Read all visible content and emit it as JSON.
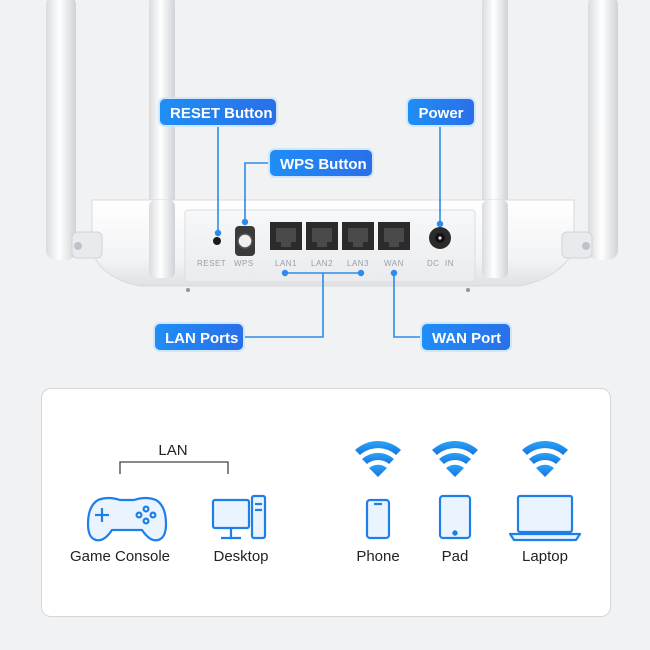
{
  "callouts": {
    "reset": "RESET Button",
    "wps": "WPS Button",
    "power": "Power",
    "lan": "LAN Ports",
    "wan": "WAN Port"
  },
  "port_labels": {
    "reset": "RESET",
    "wps": "WPS",
    "lan1": "LAN1",
    "lan2": "LAN2",
    "lan3": "LAN3",
    "wan": "WAN",
    "dc": "DC  IN"
  },
  "panel": {
    "lan_group_title": "LAN",
    "devices": [
      {
        "label": "Game Console",
        "icon": "gamepad-icon"
      },
      {
        "label": "Desktop",
        "icon": "desktop-icon"
      },
      {
        "label": "Phone",
        "icon": "phone-icon"
      },
      {
        "label": "Pad",
        "icon": "tablet-icon"
      },
      {
        "label": "Laptop",
        "icon": "laptop-icon"
      }
    ]
  },
  "colors": {
    "accent": "#1f8ef5",
    "wifi": "#1e8ff0",
    "router_body": "#ffffff"
  }
}
